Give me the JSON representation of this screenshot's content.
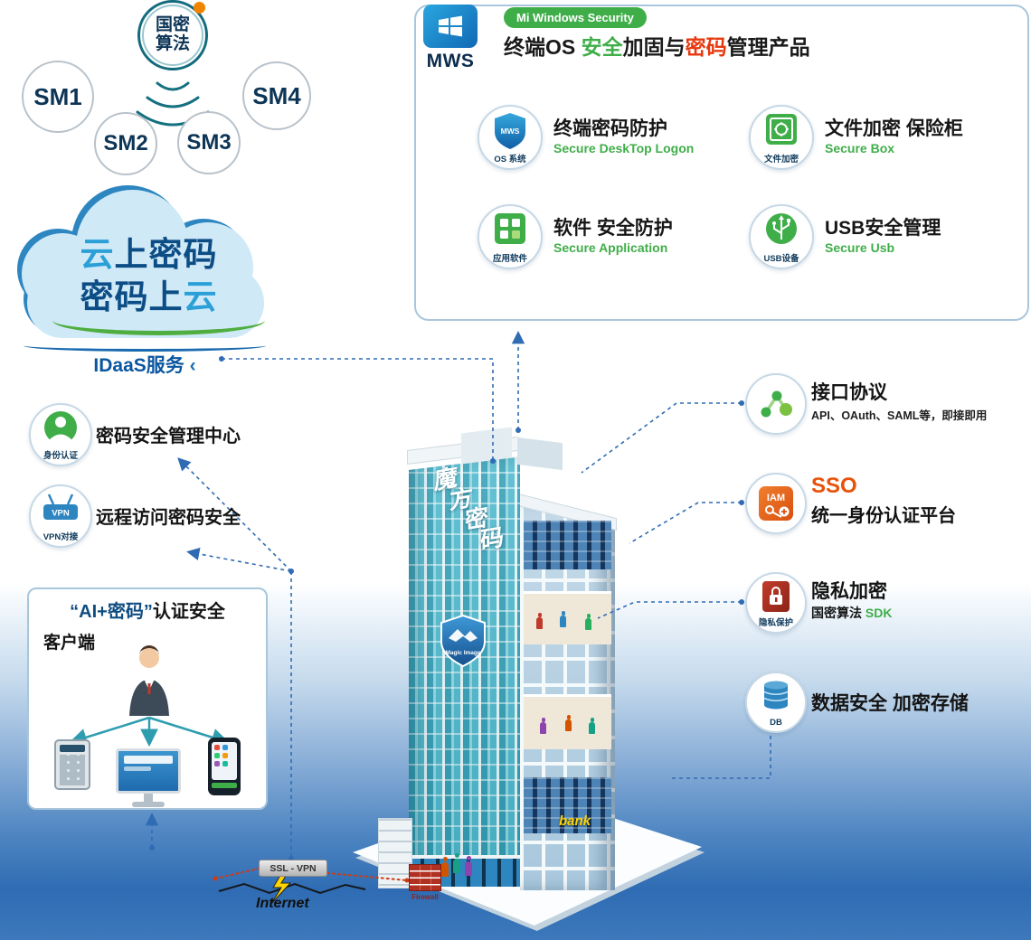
{
  "algorithms": {
    "center": [
      "国密",
      "算法"
    ],
    "nodes": [
      "SM1",
      "SM2",
      "SM3",
      "SM4"
    ]
  },
  "cloud": {
    "l1a": "云",
    "l1b": "上密码",
    "l2a": "密码上",
    "l2b": "云"
  },
  "idaas": {
    "label": "IDaaS服务",
    "arrow": "‹"
  },
  "left_services": [
    {
      "icon_label": "身份认证",
      "title": "密码安全管理中心"
    },
    {
      "icon_label": "VPN对接",
      "icon_text": "VPN",
      "title": "远程访问密码安全"
    }
  ],
  "client": {
    "title_em": "“AI+密码”",
    "title_rest": "认证安全",
    "label": "客户端"
  },
  "mws": {
    "logo": "MWS",
    "badge": "Mi Windows Security",
    "title": {
      "p1": "终端OS ",
      "p2": "安全",
      "p3": "加固与",
      "p4": "密码",
      "p5": "管理产品"
    },
    "items": [
      {
        "icon_label": "OS 系统",
        "icon_text": "MWS",
        "title": "终端密码防护",
        "subtitle": "Secure DeskTop Logon"
      },
      {
        "icon_label": "文件加密",
        "title": "文件加密 保险柜",
        "subtitle": "Secure Box"
      },
      {
        "icon_label": "应用软件",
        "title": "软件 安全防护",
        "subtitle": "Secure Application"
      },
      {
        "icon_label": "USB设备",
        "title": "USB安全管理",
        "subtitle": "Secure Usb"
      }
    ]
  },
  "right_services": [
    {
      "title": "接口协议",
      "subtitle": "API、OAuth、SAML等，即接即用"
    },
    {
      "icon_text": "IAM",
      "title": "SSO",
      "subtitle": "统一身份认证平台"
    },
    {
      "icon_label": "隐私保护",
      "title": "隐私加密",
      "subtitle_a": "国密算法 ",
      "subtitle_b": "SDK"
    },
    {
      "icon_label": "DB",
      "title": "数据安全 加密存储"
    }
  ],
  "building": {
    "sign": [
      "魔",
      "方",
      "密",
      "码"
    ],
    "shield_text": "Magic Image",
    "bank": "bank"
  },
  "network": {
    "ssl_vpn": "SSL - VPN",
    "internet": "Internet",
    "firewall": "Firewall"
  },
  "colors": {
    "green": "#3fae49",
    "red": "#e8380d",
    "orange": "#e8611c",
    "blue": "#2f6cb3",
    "teal": "#2e9db0"
  }
}
